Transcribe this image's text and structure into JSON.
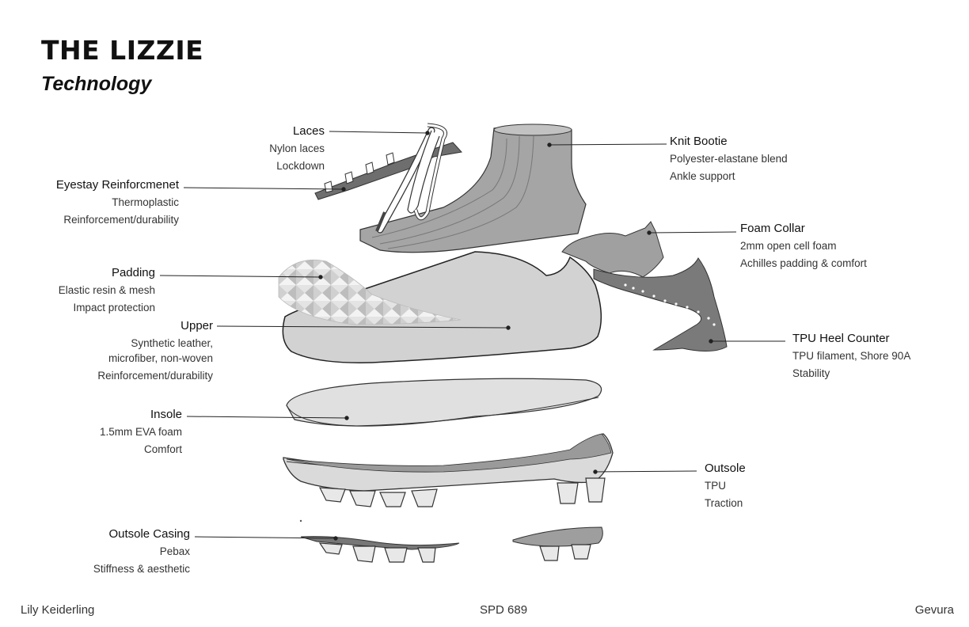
{
  "title": "THE LIZZIE",
  "subtitle": "Technology",
  "labels": {
    "laces": {
      "name": "Laces",
      "d1": "Nylon laces",
      "d2": "Lockdown"
    },
    "eyestay": {
      "name": "Eyestay Reinforcmenet",
      "d1": "Thermoplastic",
      "d2": "Reinforcement/durability"
    },
    "padding": {
      "name": "Padding",
      "d1": "Elastic resin & mesh",
      "d2": "Impact protection"
    },
    "upper": {
      "name": "Upper",
      "d1": "Synthetic leather,",
      "d1b": "microfiber, non-woven",
      "d2": "Reinforcement/durability"
    },
    "insole": {
      "name": "Insole",
      "d1": "1.5mm EVA foam",
      "d2": "Comfort"
    },
    "casing": {
      "name": "Outsole Casing",
      "d1": "Pebax",
      "d2": "Stiffness & aesthetic"
    },
    "bootie": {
      "name": "Knit Bootie",
      "d1": "Polyester-elastane blend",
      "d2": "Ankle support"
    },
    "collar": {
      "name": "Foam Collar",
      "d1": "2mm open cell foam",
      "d2": "Achilles padding & comfort"
    },
    "heel": {
      "name": "TPU Heel Counter",
      "d1": "TPU filament, Shore 90A",
      "d2": "Stability"
    },
    "outsole": {
      "name": "Outsole",
      "d1": "TPU",
      "d2": "Traction"
    }
  },
  "footer": {
    "left": "Lily Keiderling",
    "center": "SPD 689",
    "right": "Gevura"
  }
}
